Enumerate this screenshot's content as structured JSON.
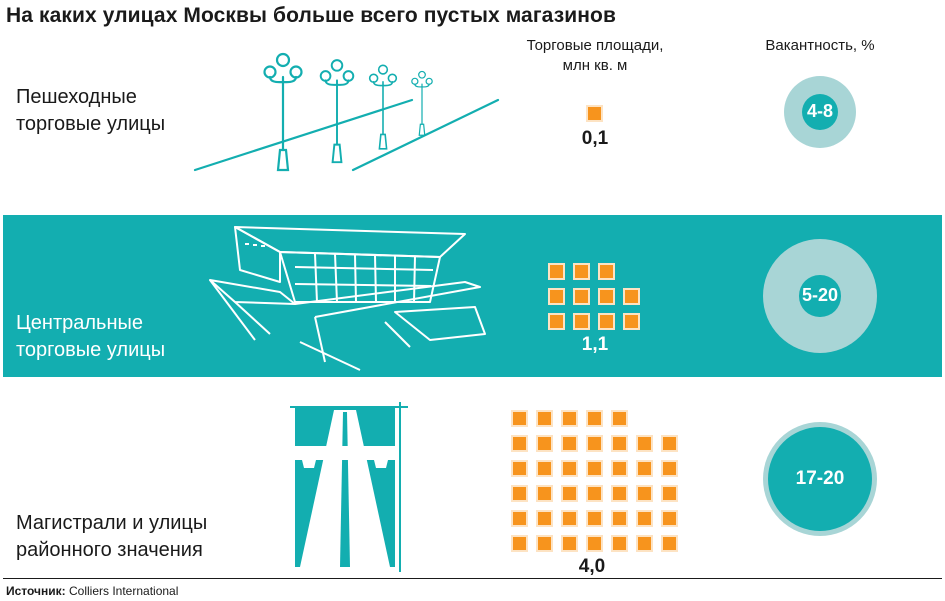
{
  "title": "На каких улицах Москвы больше всего пустых магазинов",
  "headers": {
    "area": [
      "Торговые площади,",
      "млн кв. м"
    ],
    "vacancy": "Вакантность, %"
  },
  "source_label": "Источник:",
  "source_value": "Colliers International",
  "colors": {
    "teal": "#13aeb0",
    "orange": "#f7941d",
    "light_ring": "#a8d5d6"
  },
  "chart_data": {
    "type": "table",
    "title": "На каких улицах Москвы больше всего пустых магазинов",
    "columns": [
      "",
      "Торговые площади, млн кв. м",
      "Вакантность, %"
    ],
    "rows": [
      {
        "label": [
          "Пешеходные",
          "торговые улицы"
        ],
        "area_label": "0,1",
        "area": 0.1,
        "vacancy_label": "4-8",
        "vacancy": [
          4,
          8
        ],
        "icon": "street-lamps-icon"
      },
      {
        "label": [
          "Центральные",
          "торговые улицы"
        ],
        "area_label": "1,1",
        "area": 1.1,
        "vacancy_label": "5-20",
        "vacancy": [
          5,
          20
        ],
        "icon": "storefront-building-icon"
      },
      {
        "label": [
          "Магистрали и улицы",
          "районного значения"
        ],
        "area_label": "4,0",
        "area": 4.0,
        "vacancy_label": "17-20",
        "vacancy": [
          17,
          20
        ],
        "icon": "highway-road-icon"
      }
    ],
    "square_unit": 0.1
  }
}
